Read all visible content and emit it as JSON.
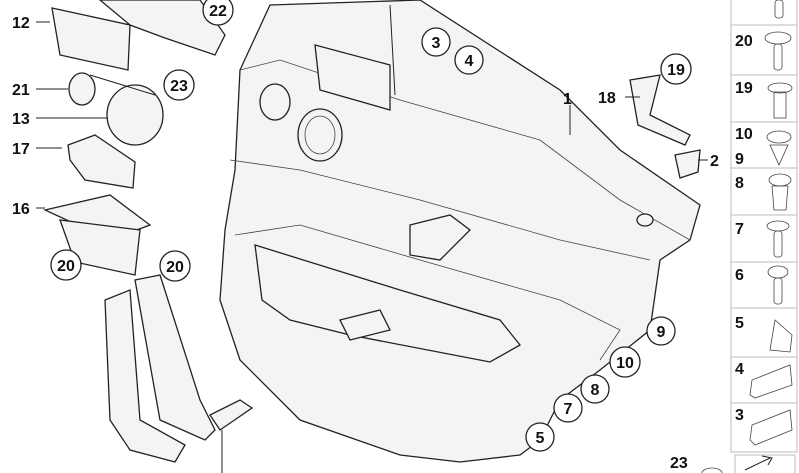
{
  "diagram": {
    "plain_labels": [
      {
        "id": "12",
        "text": "12"
      },
      {
        "id": "21",
        "text": "21"
      },
      {
        "id": "13",
        "text": "13"
      },
      {
        "id": "17",
        "text": "17"
      },
      {
        "id": "16",
        "text": "16"
      },
      {
        "id": "1",
        "text": "1"
      },
      {
        "id": "18",
        "text": "18"
      },
      {
        "id": "2",
        "text": "2"
      }
    ],
    "circled_labels": [
      {
        "id": "22",
        "text": "22"
      },
      {
        "id": "23a",
        "text": "23"
      },
      {
        "id": "3",
        "text": "3"
      },
      {
        "id": "4",
        "text": "4"
      },
      {
        "id": "19",
        "text": "19"
      },
      {
        "id": "20a",
        "text": "20"
      },
      {
        "id": "20b",
        "text": "20"
      },
      {
        "id": "9",
        "text": "9"
      },
      {
        "id": "10",
        "text": "10"
      },
      {
        "id": "8",
        "text": "8"
      },
      {
        "id": "7",
        "text": "7"
      },
      {
        "id": "5",
        "text": "5"
      }
    ],
    "fastener_panel": [
      "20",
      "19",
      "10",
      "9",
      "8",
      "7",
      "6",
      "5",
      "4",
      "3"
    ],
    "bottom_label": "23"
  }
}
